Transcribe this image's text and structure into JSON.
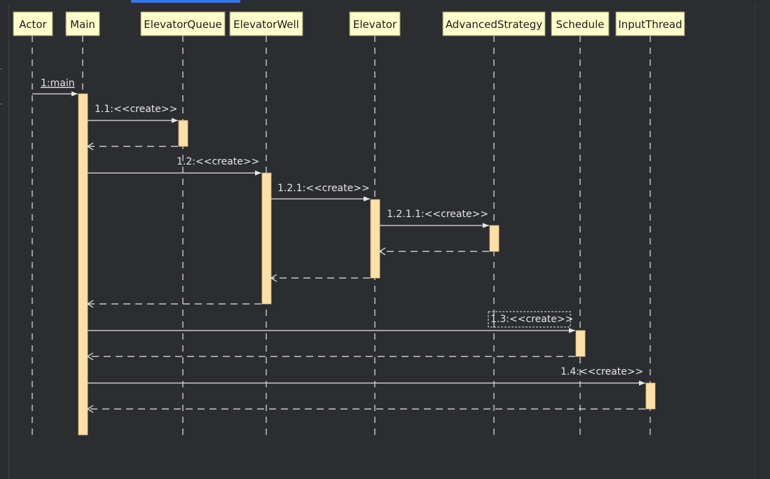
{
  "diagram": {
    "participants": [
      {
        "id": "actor",
        "label": "Actor"
      },
      {
        "id": "main",
        "label": "Main"
      },
      {
        "id": "queue",
        "label": "ElevatorQueue"
      },
      {
        "id": "well",
        "label": "ElevatorWell"
      },
      {
        "id": "elevator",
        "label": "Elevator"
      },
      {
        "id": "strategy",
        "label": "AdvancedStrategy"
      },
      {
        "id": "schedule",
        "label": "Schedule"
      },
      {
        "id": "input",
        "label": "InputThread"
      }
    ],
    "messages": [
      {
        "label": "1:main",
        "from": "actor",
        "to": "main",
        "kind": "call",
        "underline": true
      },
      {
        "label": "1.1:<<create>>",
        "from": "main",
        "to": "queue",
        "kind": "call"
      },
      {
        "label": "",
        "from": "queue",
        "to": "main",
        "kind": "return"
      },
      {
        "label": "1.2:<<create>>",
        "from": "main",
        "to": "well",
        "kind": "call"
      },
      {
        "label": "1.2.1:<<create>>",
        "from": "well",
        "to": "elevator",
        "kind": "call"
      },
      {
        "label": "1.2.1.1:<<create>>",
        "from": "elevator",
        "to": "strategy",
        "kind": "call"
      },
      {
        "label": "",
        "from": "strategy",
        "to": "elevator",
        "kind": "return"
      },
      {
        "label": "",
        "from": "elevator",
        "to": "well",
        "kind": "return"
      },
      {
        "label": "",
        "from": "well",
        "to": "main",
        "kind": "return"
      },
      {
        "label": "1.3:<<create>>",
        "from": "main",
        "to": "schedule",
        "kind": "call",
        "selected": true
      },
      {
        "label": "",
        "from": "schedule",
        "to": "main",
        "kind": "return"
      },
      {
        "label": "1.4:<<create>>",
        "from": "main",
        "to": "input",
        "kind": "call"
      },
      {
        "label": "",
        "from": "input",
        "to": "main",
        "kind": "return"
      }
    ],
    "colors": {
      "background": "#2b2d31",
      "participant_fill": "#ffffcc",
      "participant_border": "#8a8a5c",
      "activation_fill": "#fce0a8",
      "line": "#e6e6e6",
      "text": "#e6e6e6",
      "accent": "#3574f0"
    }
  }
}
